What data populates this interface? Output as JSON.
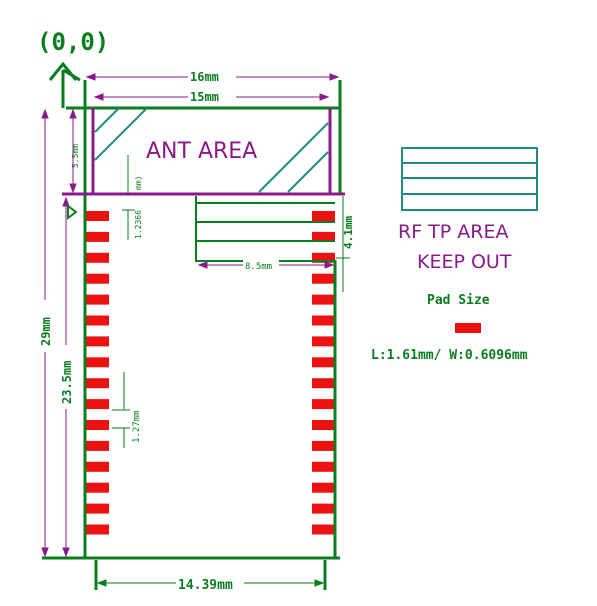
{
  "origin_label": "(0,0)",
  "ant_area_label": "ANT AREA",
  "rf_area": {
    "line1": "RF TP AREA",
    "line2": "KEEP OUT"
  },
  "pad_info": {
    "title": "Pad Size",
    "spec": "L:1.61mm/ W:0.6096mm"
  },
  "dimensions": {
    "width_outer": "16mm",
    "width_inner": "15mm",
    "height_total": "29mm",
    "height_pads": "23.5mm",
    "ant_height": "5.5mm",
    "first_pad_offset": "1.2366",
    "first_pad_unit": "mm)",
    "rf_height": "4.1mm",
    "rf_width": "8.5mm",
    "pad_pitch": "1.27mm",
    "pad_span": "14.39mm"
  },
  "pad_rows": 16,
  "colors": {
    "outline": "#0a7d1e",
    "dimension": "#8a1a8a",
    "pad": "#ee1111",
    "hatch": "#1f8a80"
  }
}
